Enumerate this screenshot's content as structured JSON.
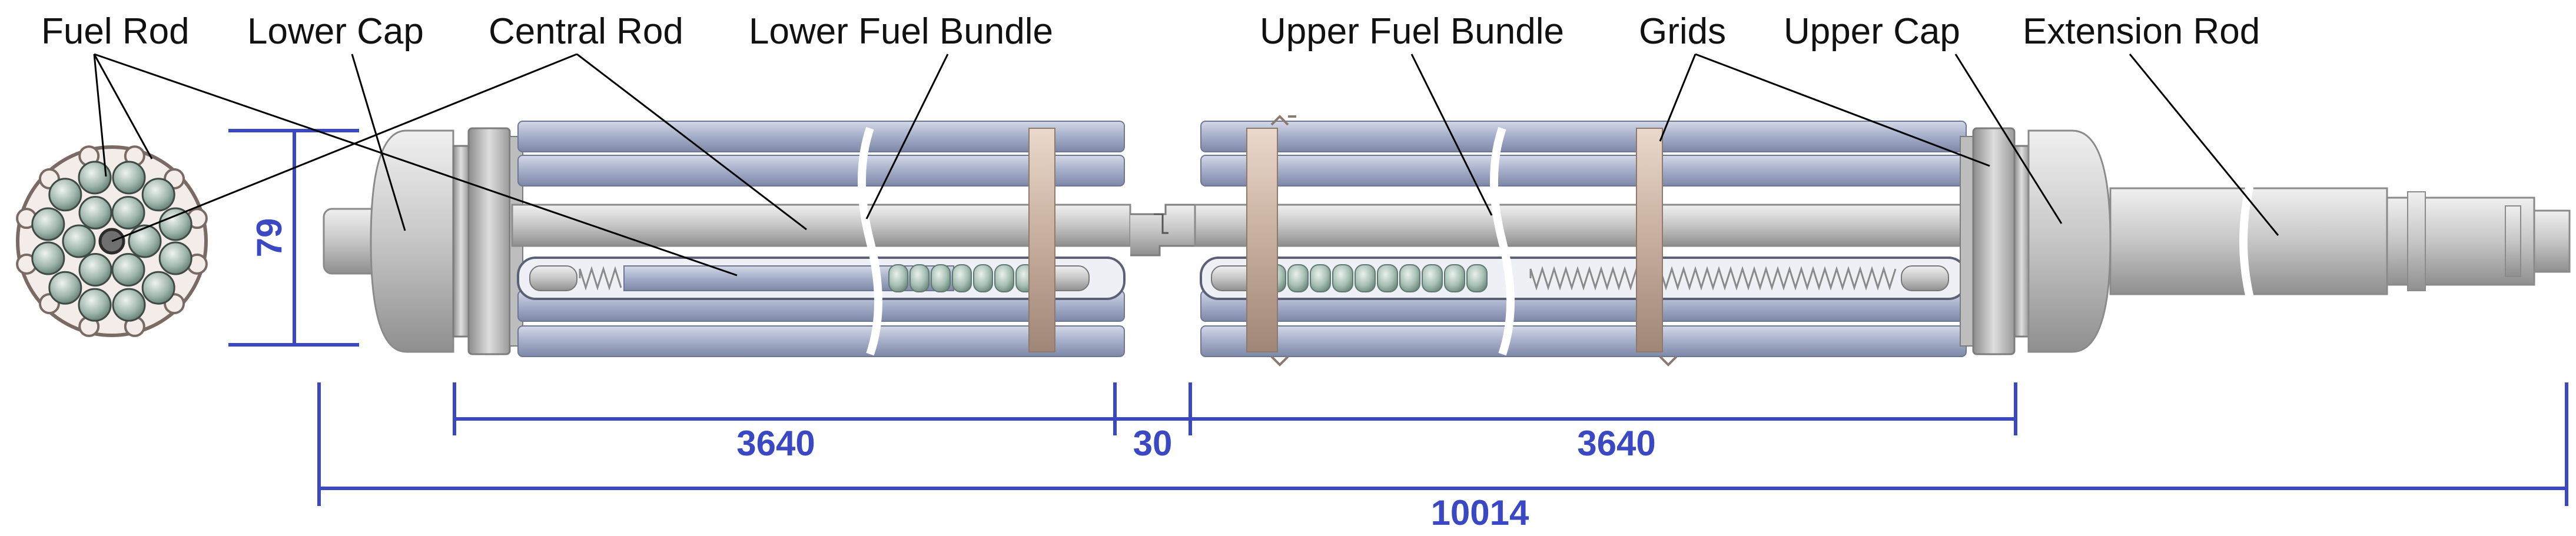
{
  "labels": {
    "fuel_rod": "Fuel Rod",
    "lower_cap": "Lower Cap",
    "central_rod": "Central Rod",
    "lower_fuel_bundle": "Lower Fuel Bundle",
    "upper_fuel_bundle": "Upper Fuel Bundle",
    "grids": "Grids",
    "upper_cap": "Upper Cap",
    "extension_rod": "Extension Rod"
  },
  "dimensions": {
    "diameter": "79",
    "lower_bundle_length": "3640",
    "gap": "30",
    "upper_bundle_length": "3640",
    "total_length": "10014"
  },
  "colors": {
    "dimension": "#3a48c4",
    "rod": "#a7b0ca",
    "steel": "#c9c9c9",
    "grid": "#c8b3a6",
    "pellet": "#aac2b8"
  }
}
